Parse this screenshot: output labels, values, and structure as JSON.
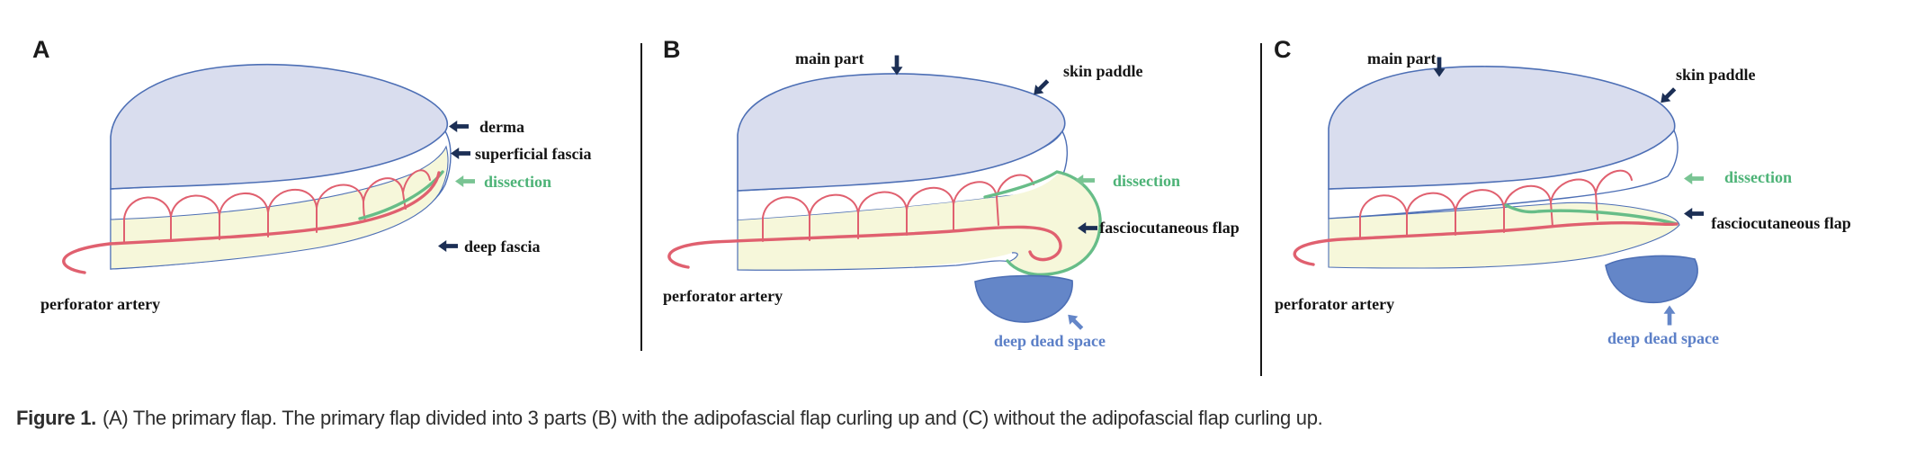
{
  "caption": {
    "label": "Figure 1.",
    "text": "(A) The primary flap. The primary flap divided into 3 parts (B) with the adipofascial flap curling up and (C) without the adipofascial flap curling up."
  },
  "colors": {
    "page_bg": "#ffffff",
    "skin_fill": "#d9ddee",
    "outline_blue": "#4d6fb5",
    "fat_yellow": "#f6f7da",
    "vessel_red": "#e0606f",
    "dissection_green": "#67bd88",
    "dead_space_fill": "#6486c8",
    "dead_space_border": "#4d6fb5",
    "arrow_navy": "#1c2f55",
    "arrow_green": "#79c493",
    "arrow_blue": "#6486c8",
    "label_black": "#141414",
    "label_green": "#4db377",
    "label_blue": "#5b7fc7",
    "caption_color": "#2e2e2e"
  },
  "icons": {
    "label_pointer": "left-arrow",
    "main_part_pointer": "down-arrow",
    "skin_paddle_pointer": "down-left-arrow",
    "dead_space_pointer_b": "up-left-arrow",
    "dead_space_pointer_c": "up-arrow"
  },
  "panelA": {
    "letter": "A",
    "labels": {
      "derma": "derma",
      "superficial_fascia": "superficial fascia",
      "dissection": "dissection",
      "deep_fascia": "deep fascia",
      "perforator_artery": "perforator artery"
    }
  },
  "panelB": {
    "letter": "B",
    "labels": {
      "main_part": "main part",
      "skin_paddle": "skin paddle",
      "dissection": "dissection",
      "fasciocutaneous_flap": "fasciocutaneous flap",
      "deep_dead_space": "deep dead space",
      "perforator_artery": "perforator artery"
    }
  },
  "panelC": {
    "letter": "C",
    "labels": {
      "main_part": "main part",
      "skin_paddle": "skin paddle",
      "dissection": "dissection",
      "fasciocutaneous_flap": "fasciocutaneous flap",
      "deep_dead_space": "deep dead space",
      "perforator_artery": "perforator artery"
    }
  }
}
